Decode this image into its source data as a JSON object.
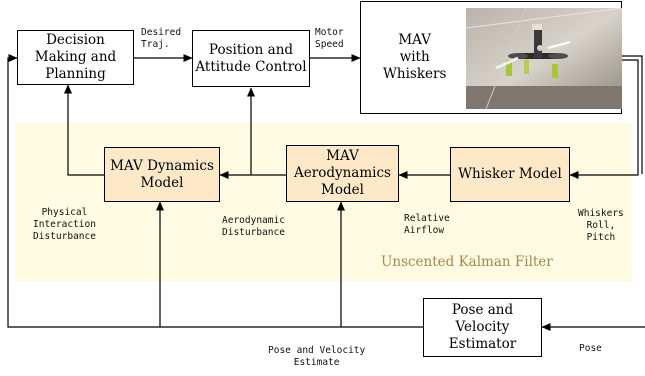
{
  "boxes": {
    "decision": "Decision\nMaking and\nPlanning",
    "position_control": "Position and\nAttitude Control",
    "mav": "MAV\nwith\nWhiskers",
    "mav_dynamics": "MAV Dynamics\nModel",
    "aerodynamics": "MAV\nAerodynamics\nModel",
    "whisker_model": "Whisker Model",
    "pose_estimator": "Pose and\nVelocity\nEstimator"
  },
  "edge_labels": {
    "desired_traj": "Desired\nTraj.",
    "motor_speed": "Motor\nSpeed",
    "physical_interaction": "Physical\nInteraction\nDisturbance",
    "aerodynamic_disturbance": "Aerodynamic\nDisturbance",
    "relative_airflow": "Relative\nAirflow",
    "whiskers_roll_pitch": "Whiskers\nRoll,\nPitch",
    "pose_velocity_estimate": "Pose and Velocity\nEstimate",
    "pose": "Pose"
  },
  "region_label": "Unscented Kalman Filter",
  "colors": {
    "ukf_region": "#fffbe3",
    "model_box_fill": "#fde9c8",
    "ukf_label": "#9e8a4a",
    "line": "#000000"
  }
}
